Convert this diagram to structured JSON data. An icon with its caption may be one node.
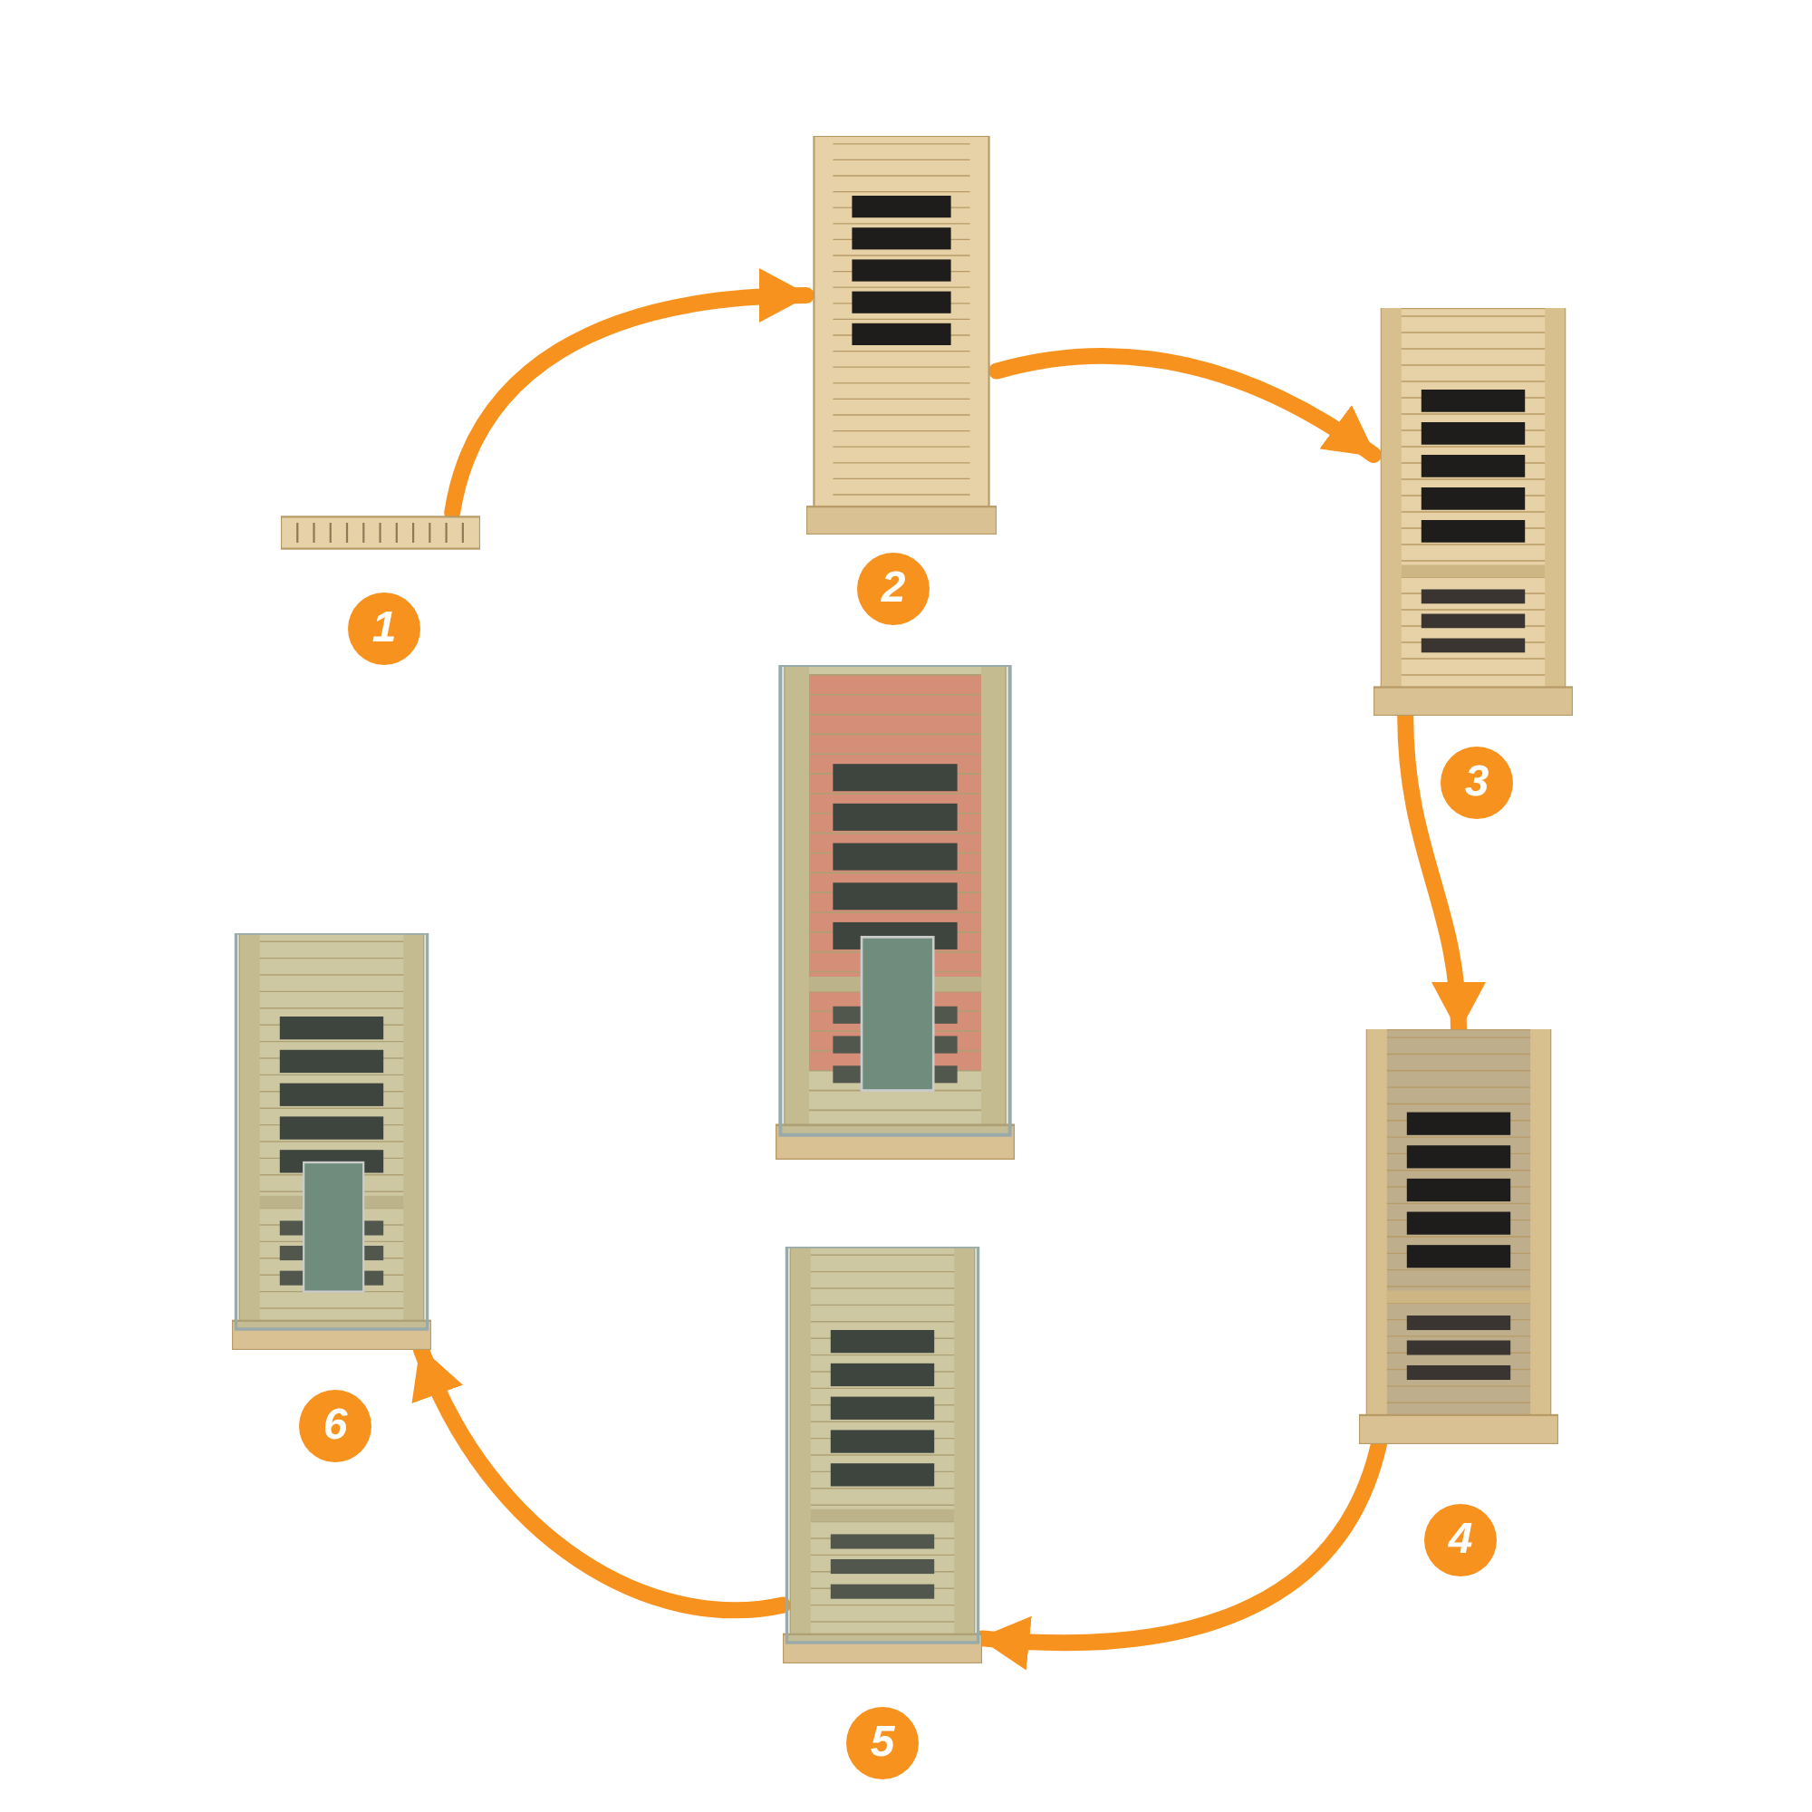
{
  "diagram": {
    "nodes": [
      {
        "text": [],
        "shape": "picture",
        "beside": [
          "1"
        ]
      },
      {
        "text": [],
        "shape": "picture",
        "beside": [
          "2"
        ]
      },
      {
        "text": [],
        "shape": "picture",
        "beside": [
          "3"
        ]
      },
      {
        "text": [],
        "shape": "picture",
        "beside": [
          "4"
        ]
      },
      {
        "text": [],
        "shape": "picture",
        "beside": [
          "5"
        ]
      },
      {
        "text": [],
        "shape": "picture",
        "beside": [
          "6"
        ]
      },
      {
        "text": [],
        "shape": "picture"
      }
    ],
    "edges": [
      {
        "from": 0,
        "to": 1,
        "arrow": "to"
      },
      {
        "from": 1,
        "to": 2,
        "arrow": "to"
      },
      {
        "from": 2,
        "to": 3,
        "arrow": "to"
      },
      {
        "from": 3,
        "to": 4,
        "arrow": "to"
      },
      {
        "from": 4,
        "to": 5,
        "arrow": "to"
      }
    ]
  }
}
